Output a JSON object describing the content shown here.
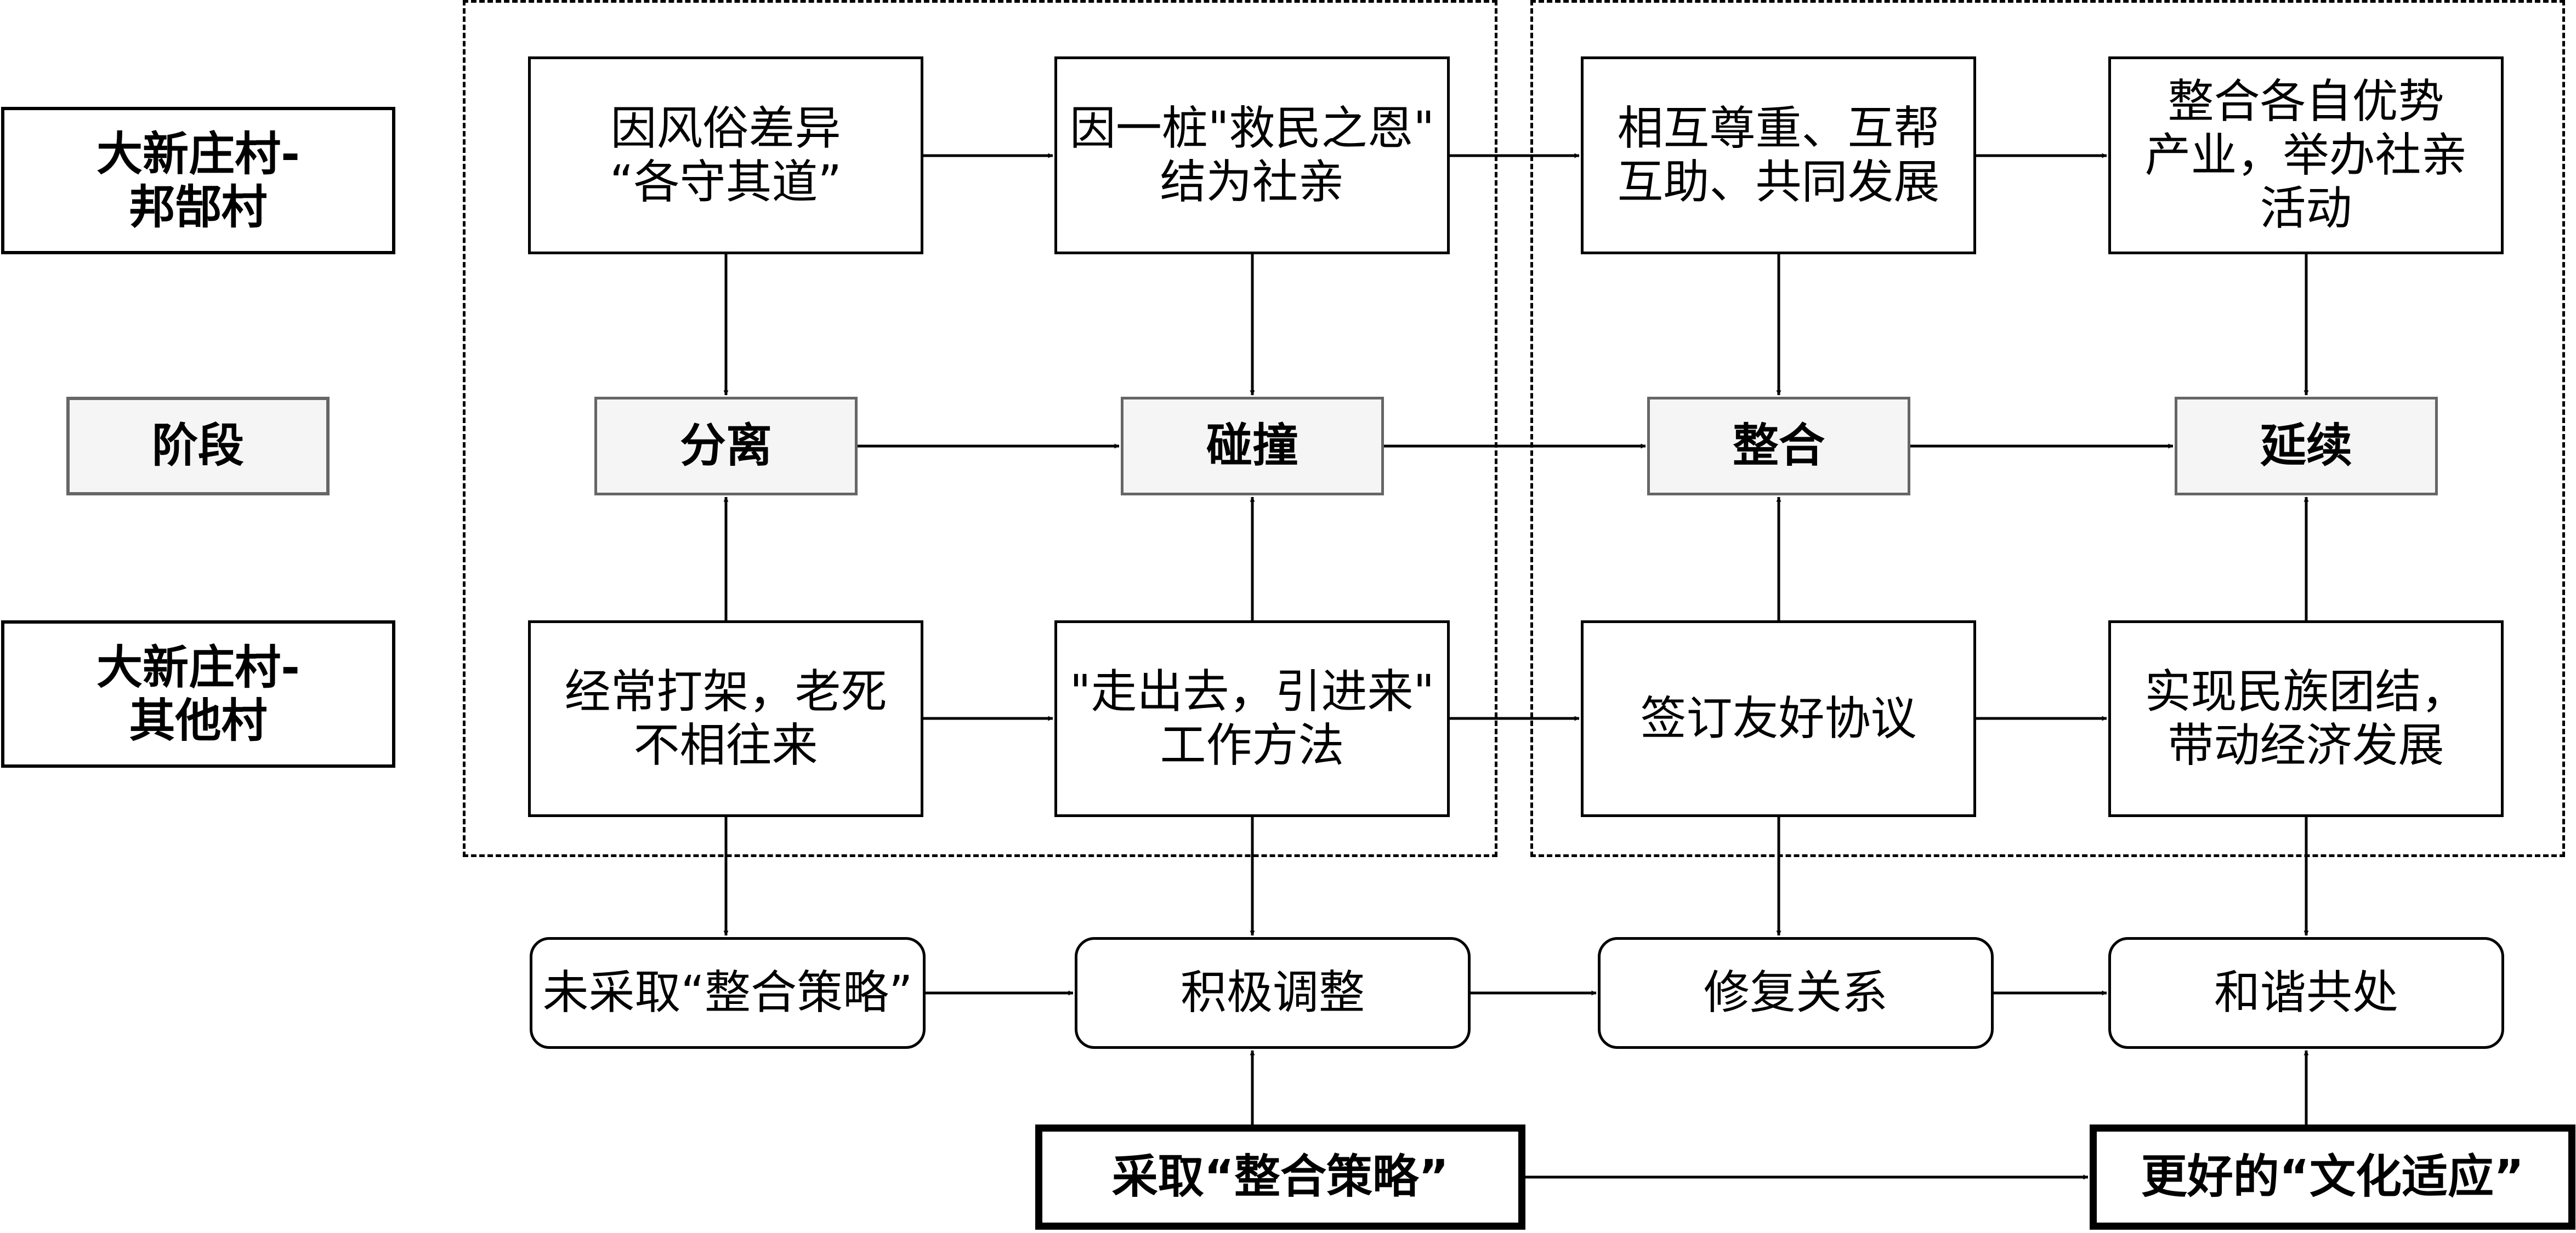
{
  "row_labels": {
    "row1": "大新庄村-\n邦郜村",
    "stage": "阶段",
    "row2": "大新庄村-\n其他村"
  },
  "top_row": [
    "因风俗差异\n“各守其道”",
    "因一桩\"救民之恩\"\n结为社亲",
    "相互尊重、互帮\n互助、共同发展",
    "整合各自优势\n产业，举办社亲\n活动"
  ],
  "stages": [
    "分离",
    "碰撞",
    "整合",
    "延续"
  ],
  "bottom_row": [
    "经常打架，老死\n不相往来",
    "\"走出去，引进来\"\n工作方法",
    "签订友好协议",
    "实现民族团结，\n带动经济发展"
  ],
  "outcomes": [
    "未采取“整合策略”",
    "积极调整",
    "修复关系",
    "和谐共处"
  ],
  "strategy": {
    "adopt": "采取“整合策略”",
    "result": "更好的“文化适应”"
  },
  "colors": {
    "line": "#000000",
    "stage_fill": "#f5f5f5",
    "stage_border": "#666666",
    "background": "#ffffff"
  }
}
